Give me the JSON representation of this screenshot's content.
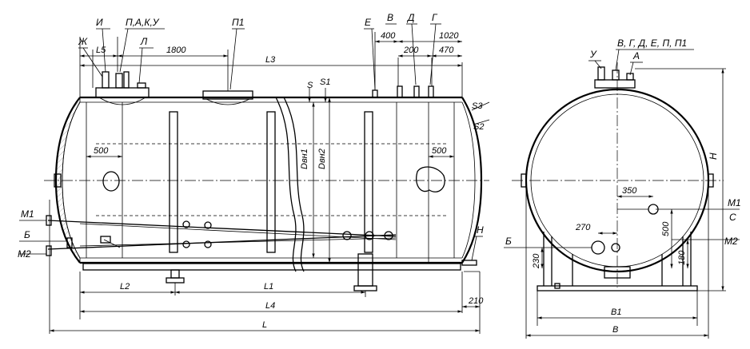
{
  "front_view": {
    "nozzle_labels": {
      "I": "И",
      "PAKU": "П,А,К,У",
      "P1": "П1",
      "E": "Е",
      "V": "В",
      "D": "Д",
      "G": "Г",
      "ZH": "Ж",
      "L": "Л",
      "M1": "М1",
      "B": "Б",
      "M2": "М2",
      "N": "Н"
    },
    "dimensions": {
      "l5": "L5",
      "d1800": "1800",
      "l3": "L3",
      "d400": "400",
      "d1020": "1020",
      "d200": "200",
      "d470": "470",
      "d500_left": "500",
      "d500_right": "500",
      "s_a": "S",
      "s_b": "S1",
      "s3": "S3",
      "s2": "S2",
      "dvn1": "Dвн1",
      "dvn2": "Dвн2",
      "l2": "L2",
      "l1": "L1",
      "l4": "L4",
      "l": "L",
      "d210": "210"
    }
  },
  "side_view": {
    "nozzle_labels": {
      "top_group": "В, Г, Д, Е, П, П1",
      "U": "У",
      "A": "А",
      "M1": "М1",
      "C": "С",
      "M2": "М2",
      "B": "Б"
    },
    "dimensions": {
      "d350": "350",
      "d270": "270",
      "d500": "500",
      "d230": "230",
      "d180": "180",
      "h": "Н",
      "b1": "В1",
      "b": "В"
    }
  }
}
